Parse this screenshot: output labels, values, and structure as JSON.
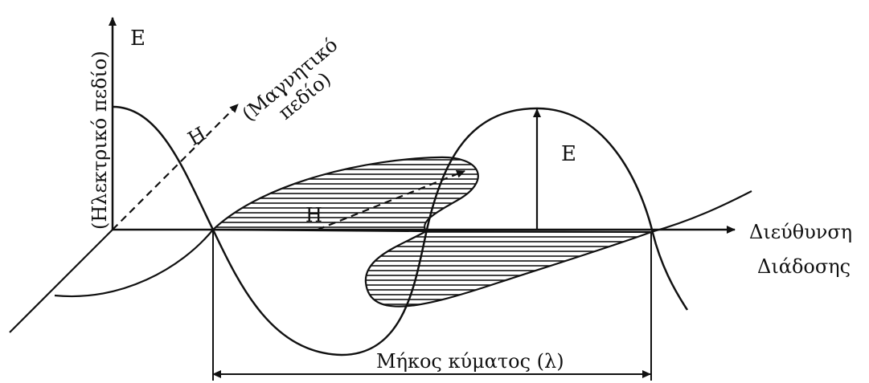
{
  "labels": {
    "e_axis": "E",
    "electric_field": "(Ηλεκτρικό πεδίο)",
    "magnetic_field_line1": "(Μαγνητικό",
    "magnetic_field_line2": "πεδίο)",
    "h_axis": "H",
    "h_wave": "H",
    "e_wave": "E",
    "propagation_line1": "Διεύθυνση",
    "propagation_line2": "Διάδοσης",
    "wavelength": "Μήκος κύματος (λ)"
  },
  "colors": {
    "ink": "#111111",
    "background": "#ffffff"
  }
}
